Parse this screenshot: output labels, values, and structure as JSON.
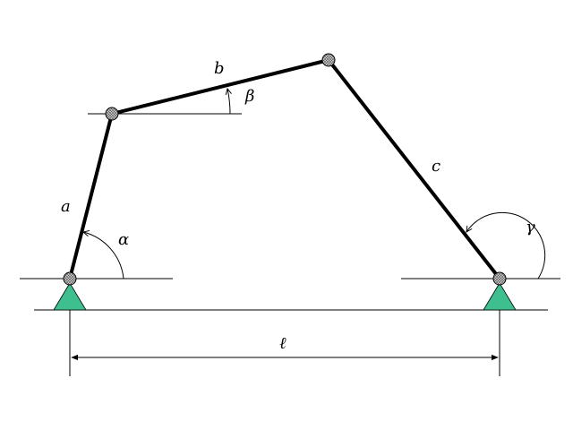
{
  "labels": {
    "link_a": "a",
    "link_b": "b",
    "link_c": "c",
    "angle_alpha": "α",
    "angle_beta": "β",
    "angle_gamma": "γ",
    "length_l": "ℓ"
  },
  "colors": {
    "support": "#3fbf8f",
    "link": "#000000",
    "joint_fill": "#b8b8b8"
  }
}
